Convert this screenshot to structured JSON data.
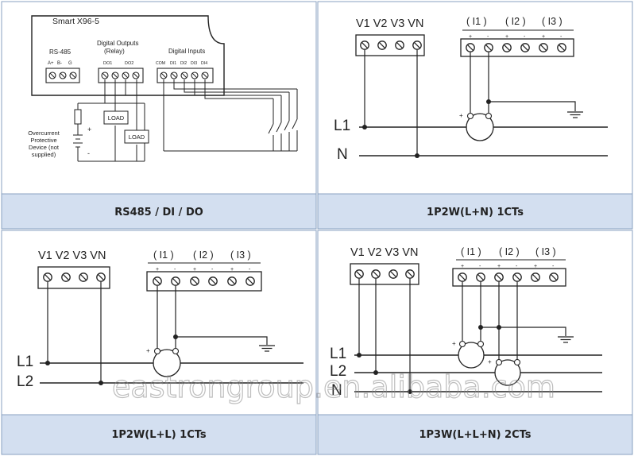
{
  "panels": {
    "p1": {
      "caption": "RS485 / DI / DO",
      "title": "Smart X96-5",
      "rs485": {
        "label": "RS-485",
        "pins": [
          "A+",
          "B-",
          "G"
        ]
      },
      "digital_outputs": {
        "label1": "Digital Outputs",
        "label2": "(Relay)",
        "pins": [
          "DO1",
          "DO2"
        ]
      },
      "digital_inputs": {
        "label": "Digital Inputs",
        "pins": [
          "COM",
          "DI1",
          "DI2",
          "DI3",
          "DI4"
        ]
      },
      "load1": "LOAD",
      "load2": "LOAD",
      "plus": "+",
      "minus": "-",
      "device_text": [
        "Overcurrent",
        "Protective",
        "Device  (not",
        "supplied)"
      ]
    },
    "p2": {
      "caption": "1P2W(L+N)  1CTs",
      "voltage_labels": "V1 V2 V3 VN",
      "ct_labels": [
        "( I1 )",
        "( I2 )",
        "( I3 )"
      ],
      "ct_signs": [
        "+",
        "-",
        "+",
        "-",
        "+",
        "-"
      ],
      "lines": [
        "L1",
        "N"
      ],
      "ct_plus": "+"
    },
    "p3": {
      "caption": "1P2W(L+L)  1CTs",
      "voltage_labels": "V1 V2 V3 VN",
      "ct_labels": [
        "( I1 )",
        "( I2 )",
        "( I3 )"
      ],
      "ct_signs": [
        "+",
        "-",
        "+",
        "-",
        "+",
        "-"
      ],
      "lines": [
        "L1",
        "L2"
      ],
      "ct_plus": "+"
    },
    "p4": {
      "caption": "1P3W(L+L+N)  2CTs",
      "voltage_labels": "V1 V2 V3 VN",
      "ct_labels": [
        "( I1 )",
        "( I2 )",
        "( I3 )"
      ],
      "ct_signs": [
        "+",
        "-",
        "+",
        "-",
        "+",
        "-"
      ],
      "lines": [
        "L1",
        "L2",
        "N"
      ],
      "ct_plus": "+"
    }
  },
  "watermark": "eastrongroup.en.alibaba.com",
  "colors": {
    "caption_bg": "#d3dff0",
    "border": "#8aa0c0",
    "ink": "#222222"
  }
}
